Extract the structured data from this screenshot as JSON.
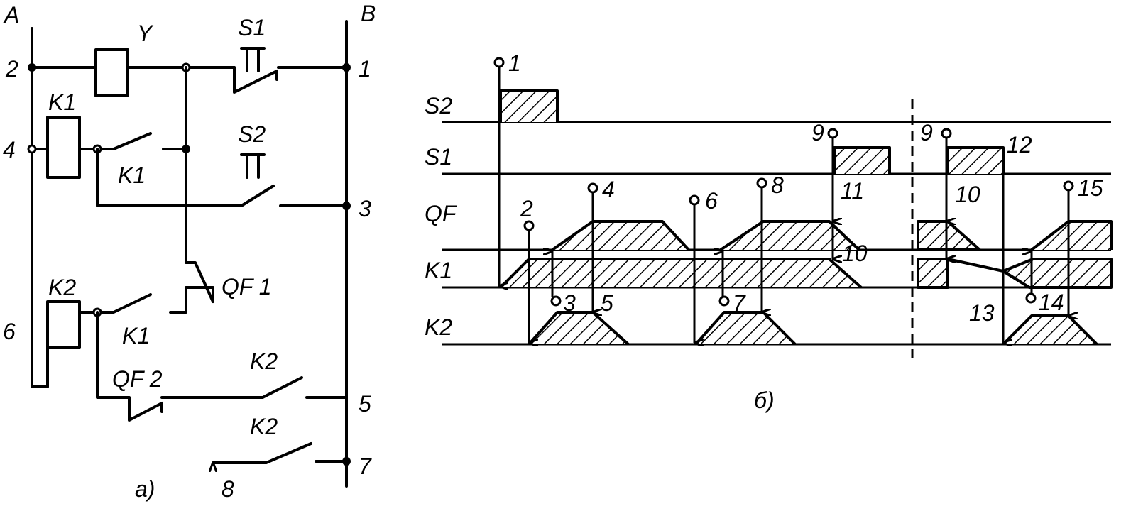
{
  "circuit": {
    "caption": "а)",
    "bus_a": "A",
    "bus_b": "B",
    "nodes": [
      "1",
      "2",
      "3",
      "4",
      "5",
      "6",
      "7",
      "8"
    ],
    "coil_y": "Y",
    "coil_k1": "K1",
    "coil_k2": "K2",
    "contact_s1": "S1",
    "contact_s2": "S2",
    "contact_k1_a": "K1",
    "contact_k1_b": "K1",
    "contact_qf1": "QF 1",
    "contact_qf2": "QF 2",
    "contact_k2_a": "K2",
    "contact_k2_b": "K2"
  },
  "timing": {
    "caption": "б)",
    "rows": [
      "S2",
      "S1",
      "QF",
      "K1",
      "K2"
    ],
    "events": [
      "1",
      "2",
      "3",
      "4",
      "5",
      "6",
      "7",
      "8",
      "9",
      "10",
      "11",
      "9",
      "10",
      "12",
      "13",
      "14",
      "15"
    ]
  }
}
